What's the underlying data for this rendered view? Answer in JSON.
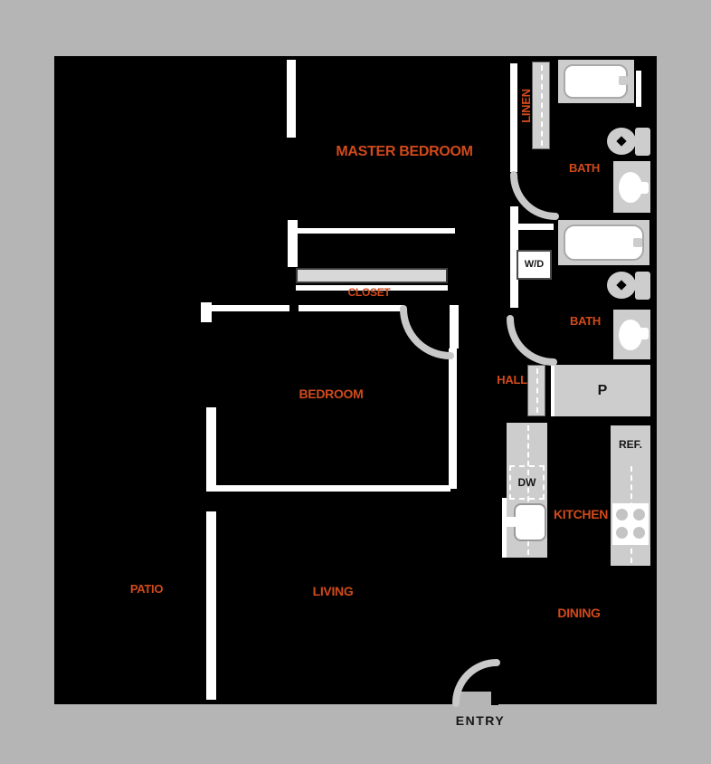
{
  "floor_plan": {
    "rooms": {
      "master_bedroom": "MASTER BEDROOM",
      "closet": "CLOSET",
      "bedroom": "BEDROOM",
      "hall": "HALL",
      "linen": "LINEN",
      "bath_upper": "BATH",
      "bath_lower": "BATH",
      "kitchen": "KITCHEN",
      "dining": "DINING",
      "living": "LIVING",
      "patio": "PATIO"
    },
    "entry": "ENTRY",
    "appliances": {
      "washer_dryer": "W/D",
      "dishwasher": "DW",
      "refrigerator": "REF.",
      "pantry": "P"
    },
    "colors": {
      "background": "#b5b5b5",
      "plan_fill": "#000000",
      "room_label": "#d14a1a",
      "fixture_gray": "#cdcdcd",
      "door_arc": "#c9c9c9",
      "wall_line": "#ffffff"
    }
  }
}
